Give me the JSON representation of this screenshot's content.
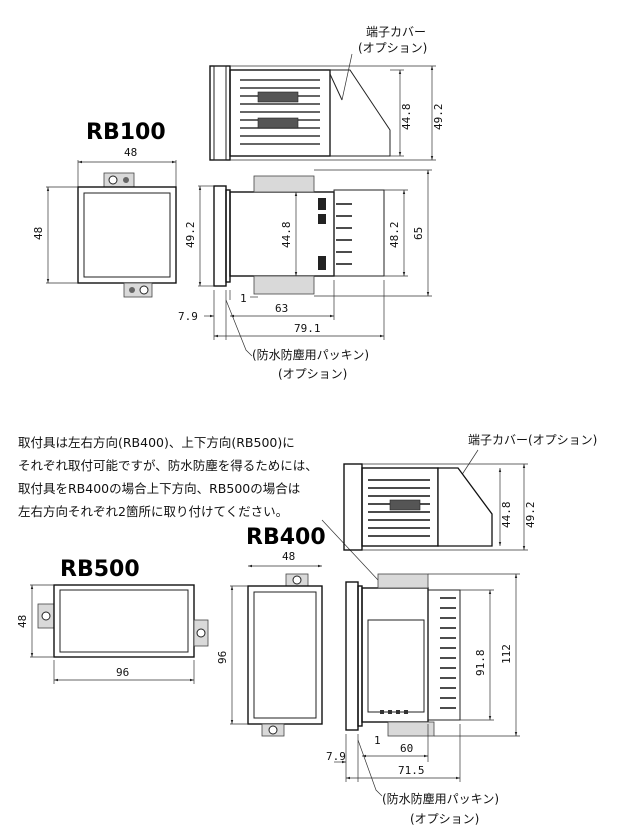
{
  "top": {
    "model": "RB100",
    "cover_label_1": "端子カバー",
    "cover_label_2": "(オプション)",
    "front_w": "48",
    "front_h": "48",
    "side_h_outer": "49.2",
    "side_h_inner": "44.8",
    "cover_h_inner": "44.8",
    "cover_h_outer": "49.2",
    "terminal_h": "48.2",
    "total_h": "65",
    "depth_panel": "7.9",
    "depth_1": "1",
    "depth_body": "63",
    "depth_total": "79.1",
    "packing_1": "(防水防塵用パッキン)",
    "packing_2": "(オプション)"
  },
  "note": {
    "line1": "取付具は左右方向(RB400)、上下方向(RB500)に",
    "line2": "それぞれ取付可能ですが、防水防塵を得るためには、",
    "line3": "取付具をRB400の場合上下方向、RB500の場合は",
    "line4": "左右方向それぞれ2箇所に取り付けてください。"
  },
  "bottom": {
    "cover_label": "端子カバー(オプション)",
    "cover_h_inner": "44.8",
    "cover_h_outer": "49.2",
    "model_400": "RB400",
    "model_500": "RB500",
    "rb400_w": "48",
    "rb400_h": "96",
    "rb500_w": "96",
    "rb500_h": "48",
    "terminal_h": "91.8",
    "total_h": "112",
    "depth_panel": "7.9",
    "depth_1": "1",
    "depth_body": "60",
    "depth_total": "71.5",
    "packing_1": "(防水防塵用パッキン)",
    "packing_2": "(オプション)"
  }
}
